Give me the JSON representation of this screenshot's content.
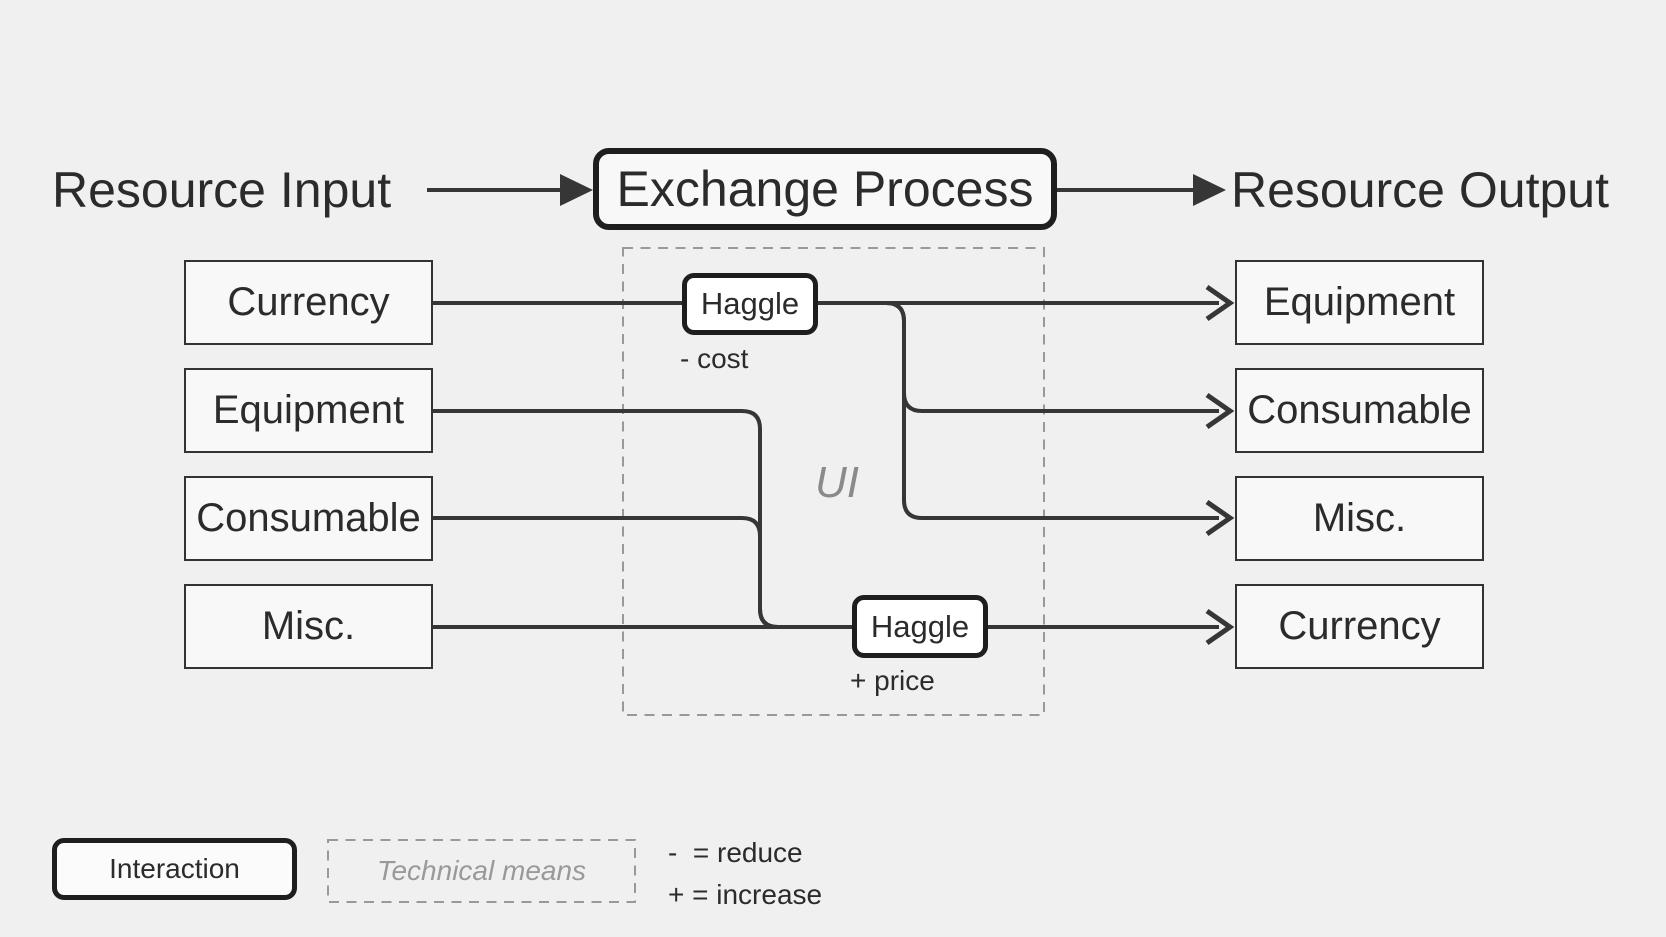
{
  "flow": {
    "input_label": "Resource Input",
    "process_label": "Exchange Process",
    "output_label": "Resource Output"
  },
  "inputs": [
    "Currency",
    "Equipment",
    "Consumable",
    "Misc."
  ],
  "outputs": [
    "Equipment",
    "Consumable",
    "Misc.",
    "Currency"
  ],
  "ui_group": {
    "label": "UI"
  },
  "haggle_top": {
    "label": "Haggle",
    "effect": "- cost"
  },
  "haggle_bottom": {
    "label": "Haggle",
    "effect": "+ price"
  },
  "legend": {
    "interaction": "Interaction",
    "technical": "Technical means",
    "reduce": "-  = reduce",
    "increase": "+ = increase"
  },
  "colors": {
    "background": "#f0f0f1",
    "node-fill": "#f8f8f8",
    "strong-fill": "#ffffff",
    "line": "#363636",
    "border-strong": "#1e1e1e",
    "border-thin": "#333333",
    "dashed": "#999999",
    "text": "#2b2b2b",
    "muted": "#8a8a8a"
  }
}
